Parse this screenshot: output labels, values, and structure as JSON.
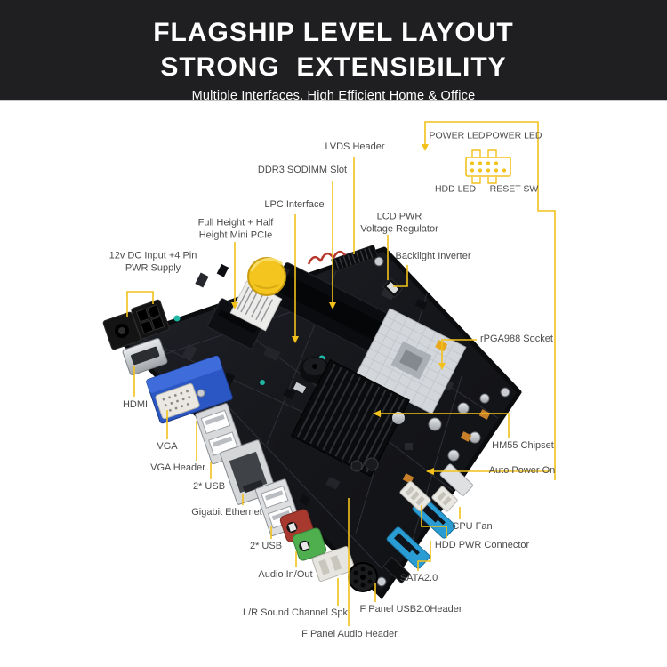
{
  "banner": {
    "title_line1": "FLAGSHIP LEVEL LAYOUT",
    "title_line2": "STRONG  EXTENSIBILITY",
    "subtitle": "Multiple Interfaces, High Efficient Home & Office"
  },
  "callouts": {
    "lvds_header": "LVDS Header",
    "ddr3_sodimm": "DDR3 SODIMM Slot",
    "lpc_interface": "LPC Interface",
    "lcd_pwr": "LCD PWR\nVoltage Regulator",
    "backlight_inverter": "Backlight Inverter",
    "full_height_mini_pcie": "Full Height + Half\nHeight Mini PCIe",
    "dc_input": "12v DC Input +4 Pin\nPWR Supply",
    "rpga988_socket": "rPGA988 Socket",
    "hdmi": "HDMI",
    "vga": "VGA",
    "vga_header": "VGA Header",
    "usb_left": "2* USB",
    "gigabit_ethernet": "Gigabit Ethernet",
    "usb_bottom": "2* USB",
    "audio_in_out": "Audio In/Out",
    "lr_sound_channel_spk": "L/R Sound Channel Spk",
    "f_panel_audio_header": "F Panel Audio Header",
    "f_panel_usb_header": "F Panel USB2.0Header",
    "sata": "SATA2.0",
    "cpu_fan": "CPU Fan",
    "hdd_pwr_connector": "HDD PWR Connector",
    "auto_power_on": "Auto Power On",
    "hm55_chipset": "HM55 Chipset"
  },
  "led_diagram": {
    "power_led_left": "POWER LED",
    "power_led_right": "POWER LED",
    "hdd_led": "HDD LED",
    "reset_sw": "RESET SW"
  },
  "colors": {
    "accent_yellow": "#f2c11b",
    "banner_bg": "#1f1f21",
    "banner_text": "#ffffff",
    "label_text": "#4b4b4b",
    "pcb_dark": "#17181c",
    "vga_blue": "#2b57c4",
    "sata_blue": "#2a9cd4",
    "battery_yellow": "#f3c51e",
    "audio_red": "#a8392e",
    "audio_green": "#4fae4e"
  }
}
